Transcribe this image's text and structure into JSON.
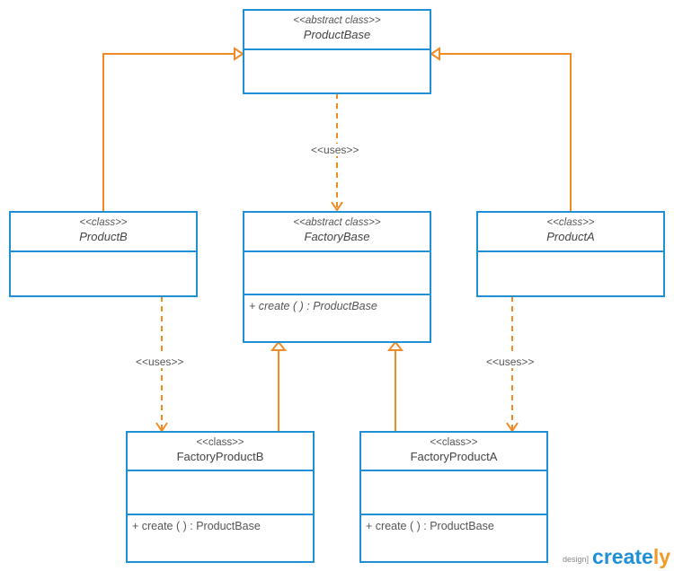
{
  "colors": {
    "box_border": "#1f8fd6",
    "connector": "#f08a24",
    "text": "#444444"
  },
  "classes": {
    "product_base": {
      "stereotype": "<<abstract class>>",
      "name": "ProductBase"
    },
    "factory_base": {
      "stereotype": "<<abstract class>>",
      "name": "FactoryBase",
      "method": "+ create ( ) : ProductBase"
    },
    "product_b": {
      "stereotype": "<<class>>",
      "name": "ProductB"
    },
    "product_a": {
      "stereotype": "<<class>>",
      "name": "ProductA"
    },
    "factory_product_b": {
      "stereotype": "<<class>>",
      "name": "FactoryProductB",
      "method": "+ create ( ) : ProductBase"
    },
    "factory_product_a": {
      "stereotype": "<<class>>",
      "name": "FactoryProductA",
      "method": "+ create ( ) : ProductBase"
    }
  },
  "relations": {
    "uses_top": "<<uses>>",
    "uses_left": "<<uses>>",
    "uses_right": "<<uses>>"
  },
  "watermark": {
    "tag": "design]",
    "logo_part1": "create",
    "logo_part2": "ly"
  }
}
